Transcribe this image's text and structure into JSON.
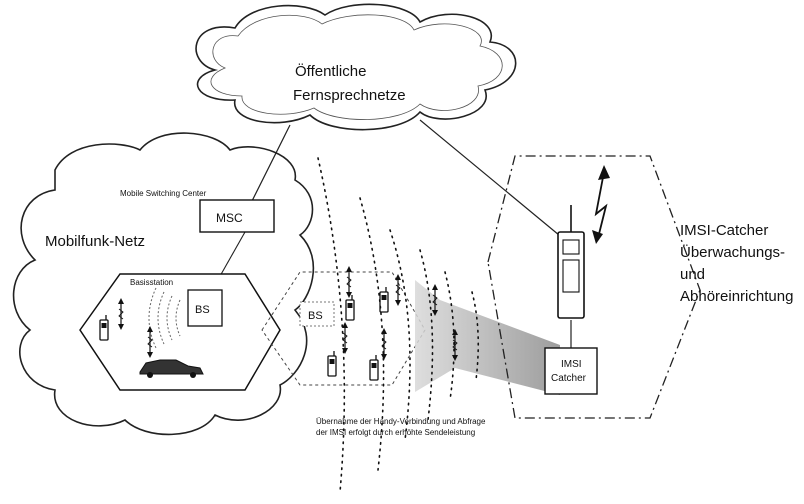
{
  "labels": {
    "public_network_line1": "Öffentliche",
    "public_network_line2": "Fernsprechnetze",
    "mobile_network": "Mobilfunk-Netz",
    "mobile_switching_center": "Mobile Switching Center",
    "msc": "MSC",
    "base_station_caption": "Basisstation",
    "bs_left": "BS",
    "bs_middle": "BS",
    "imsi_catcher_box_line1": "IMSI",
    "imsi_catcher_box_line2": "Catcher",
    "imsi_title_line1": "IMSI-Catcher",
    "imsi_title_line2": "Überwachungs-",
    "imsi_title_line3": "und",
    "imsi_title_line4": "Abhöreinrichtung",
    "caption_line1": "Übernahme der Handy-Verbindung und Abfrage",
    "caption_line2": "der IMSI erfolgt durch erhöhte Sendeleistung"
  },
  "icons": [
    "cloud-icon",
    "mobile-phone-icon",
    "car-icon",
    "radio-wave-icon",
    "lightning-icon",
    "bidirectional-arrow-icon"
  ]
}
